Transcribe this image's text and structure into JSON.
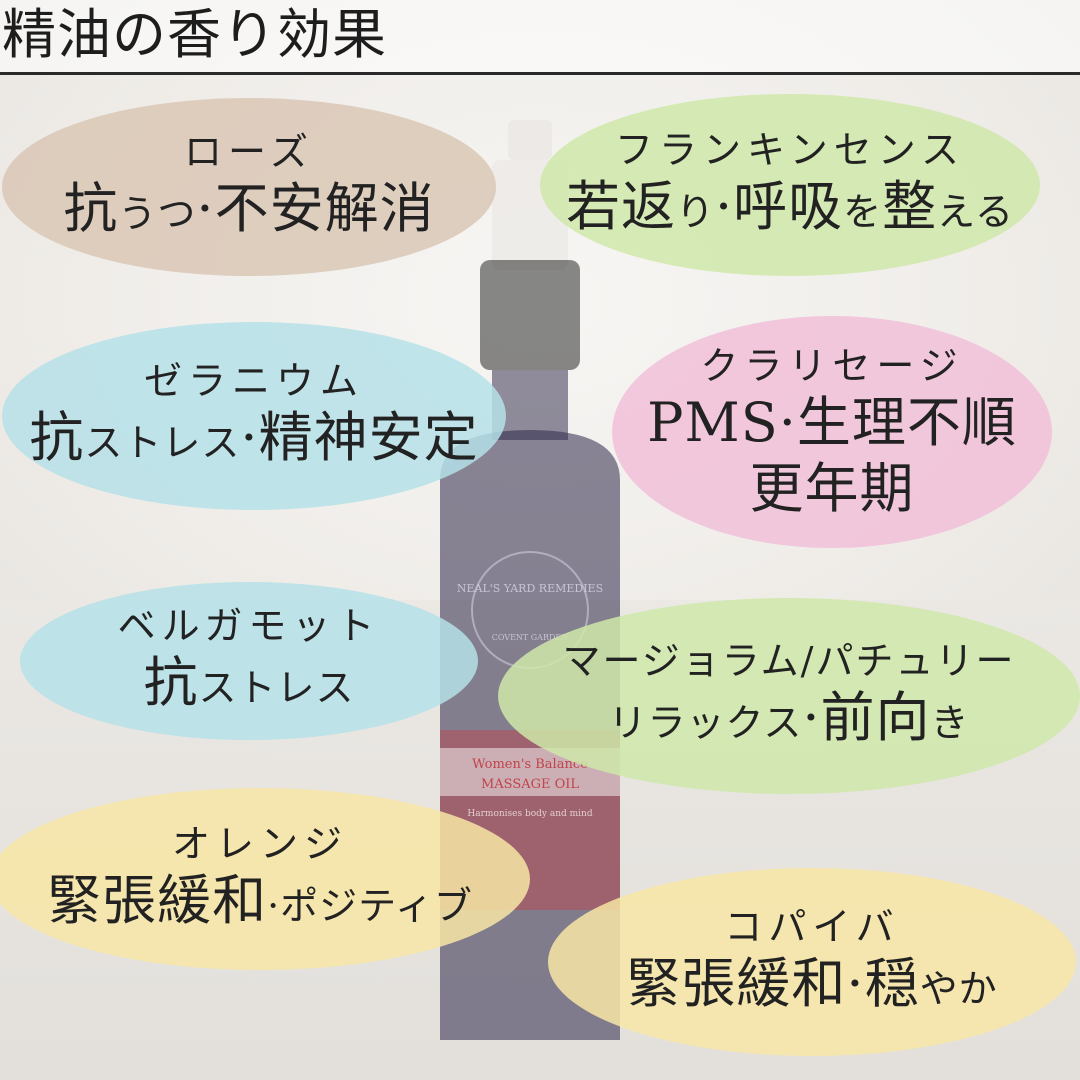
{
  "title": "精油の香り効果",
  "bottle": {
    "brand": "NEAL'S YARD REMEDIES",
    "brand_sub": "COVENT GARDEN",
    "label_line1": "Women's Balance",
    "label_line2": "MASSAGE OIL",
    "label_line3": "Harmonises body and mind",
    "colors": {
      "glass": "#2b2645",
      "label": "#c2434a",
      "cap": "#1e1e1e"
    }
  },
  "oils": [
    {
      "name": "ローズ",
      "effect_a": "抗",
      "effect_s": "うつ",
      "effect_b": "·不安解消",
      "color": "#d9c6b3"
    },
    {
      "name": "フランキンセンス",
      "effect_a": "若返",
      "effect_s": "り",
      "effect_b": "·呼吸",
      "effect_s2": "を",
      "effect_c": "整",
      "effect_s3": "える",
      "color": "#cfe8a9"
    },
    {
      "name": "ゼラニウム",
      "effect_a": "抗",
      "effect_s": "ストレス",
      "effect_b": "·精神安定",
      "color": "#b5e0e8"
    },
    {
      "name": "クラリセージ",
      "effect_line1": "PMS·生理不順",
      "effect_line2": "更年期",
      "color": "#f1bfd8"
    },
    {
      "name": "ベルガモット",
      "effect_a": "抗",
      "effect_s": "ストレス",
      "color": "#b5e0e8"
    },
    {
      "name": "マージョラム/パチュリー",
      "effect_s": "リラックス",
      "effect_b": "·前向",
      "effect_s2": "き",
      "color": "#cfe8a9"
    },
    {
      "name": "オレンジ",
      "effect_a": "緊張緩和",
      "effect_s": "·ポジティブ",
      "color": "#f7e6a6"
    },
    {
      "name": "コパイバ",
      "effect_a": "緊張緩和·穏",
      "effect_s": "やか",
      "color": "#f7e6a6"
    }
  ]
}
